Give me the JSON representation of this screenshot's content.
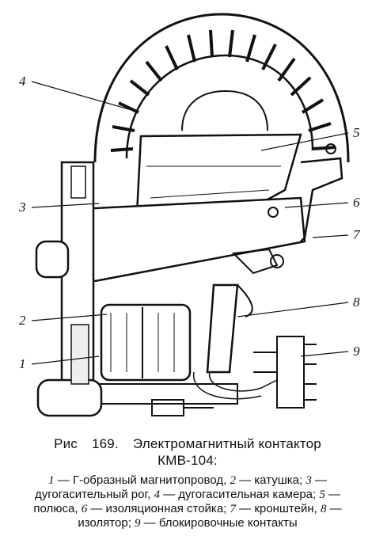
{
  "figure": {
    "callouts": [
      {
        "label": "4"
      },
      {
        "label": "5"
      },
      {
        "label": "3"
      },
      {
        "label": "6"
      },
      {
        "label": "7"
      },
      {
        "label": "8"
      },
      {
        "label": "2"
      },
      {
        "label": "1"
      },
      {
        "label": "9"
      }
    ],
    "ink_color": "#111111",
    "paper_color": "#ffffff"
  },
  "caption": {
    "label": "Рис",
    "number": "169.",
    "title_line1": "Электромагнитный контактор",
    "title_line2": "КМВ-104:"
  },
  "legend": {
    "items": [
      {
        "num": "1",
        "text": "Г-образный магнитопровод"
      },
      {
        "num": "2",
        "text": "катушка"
      },
      {
        "num": "3",
        "text": "дугогасительный рог"
      },
      {
        "num": "4",
        "text": "дугогасительная камера"
      },
      {
        "num": "5",
        "text": "полюса"
      },
      {
        "num": "6",
        "text": "изоляционная стойка"
      },
      {
        "num": "7",
        "text": "кронштейн"
      },
      {
        "num": "8",
        "text": "изолятор"
      },
      {
        "num": "9",
        "text": "блокировочные контакты"
      }
    ]
  }
}
